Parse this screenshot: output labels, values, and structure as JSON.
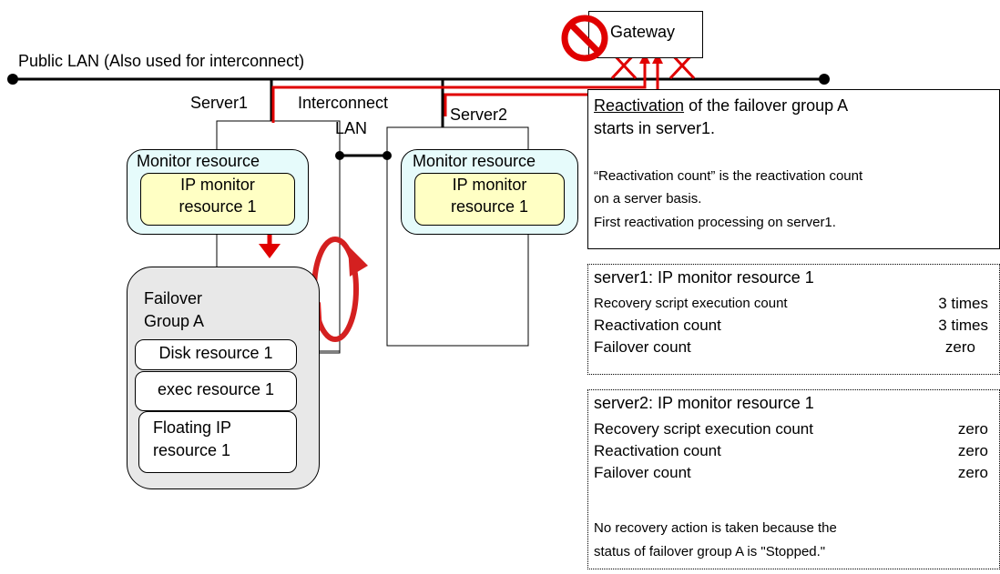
{
  "network": {
    "public_lan_label": "Public LAN (Also used for interconnect)",
    "interconnect_label_line1": "Interconnect",
    "interconnect_label_line2": "LAN",
    "gateway_label": "Gateway"
  },
  "servers": [
    {
      "name": "Server1",
      "monitor_label": "Monitor resource",
      "ip_monitor_line1": "IP monitor",
      "ip_monitor_line2": "resource 1"
    },
    {
      "name": "Server2",
      "monitor_label": "Monitor resource",
      "ip_monitor_line1": "IP monitor",
      "ip_monitor_line2": "resource 1"
    }
  ],
  "failover_group": {
    "label_line1": "Failover",
    "label_line2": "Group A",
    "resources": [
      "Disk resource 1",
      "exec resource 1"
    ],
    "floating_line1": "Floating IP",
    "floating_line2": "resource 1"
  },
  "reactivation_panel": {
    "title_underlined": "Reactivation",
    "title_rest": " of the failover group A",
    "title_line2": "starts in server1.",
    "note_line1": "“Reactivation count” is the reactivation count",
    "note_line2": "on a server basis.",
    "note_line3": "First reactivation processing on server1."
  },
  "server1_panel": {
    "title": "server1: IP monitor resource 1",
    "rows": [
      {
        "label": "Recovery script execution count",
        "value": "3 times"
      },
      {
        "label": "Reactivation count",
        "value": "3 times"
      },
      {
        "label": "Failover count",
        "value": "zero"
      }
    ]
  },
  "server2_panel": {
    "title": "server2: IP monitor resource 1",
    "rows": [
      {
        "label": "Recovery script execution count",
        "value": "zero"
      },
      {
        "label": "Reactivation count",
        "value": "zero"
      },
      {
        "label": "Failover count",
        "value": "zero"
      }
    ],
    "note_line1": "No recovery action is taken because the",
    "note_line2": "status of failover group A is \"Stopped.\""
  },
  "colors": {
    "alert": "#e00000",
    "monitor_fill": "#e6fbfb",
    "ip_monitor_fill": "#ffffc4",
    "group_fill": "#e8e8e8"
  }
}
